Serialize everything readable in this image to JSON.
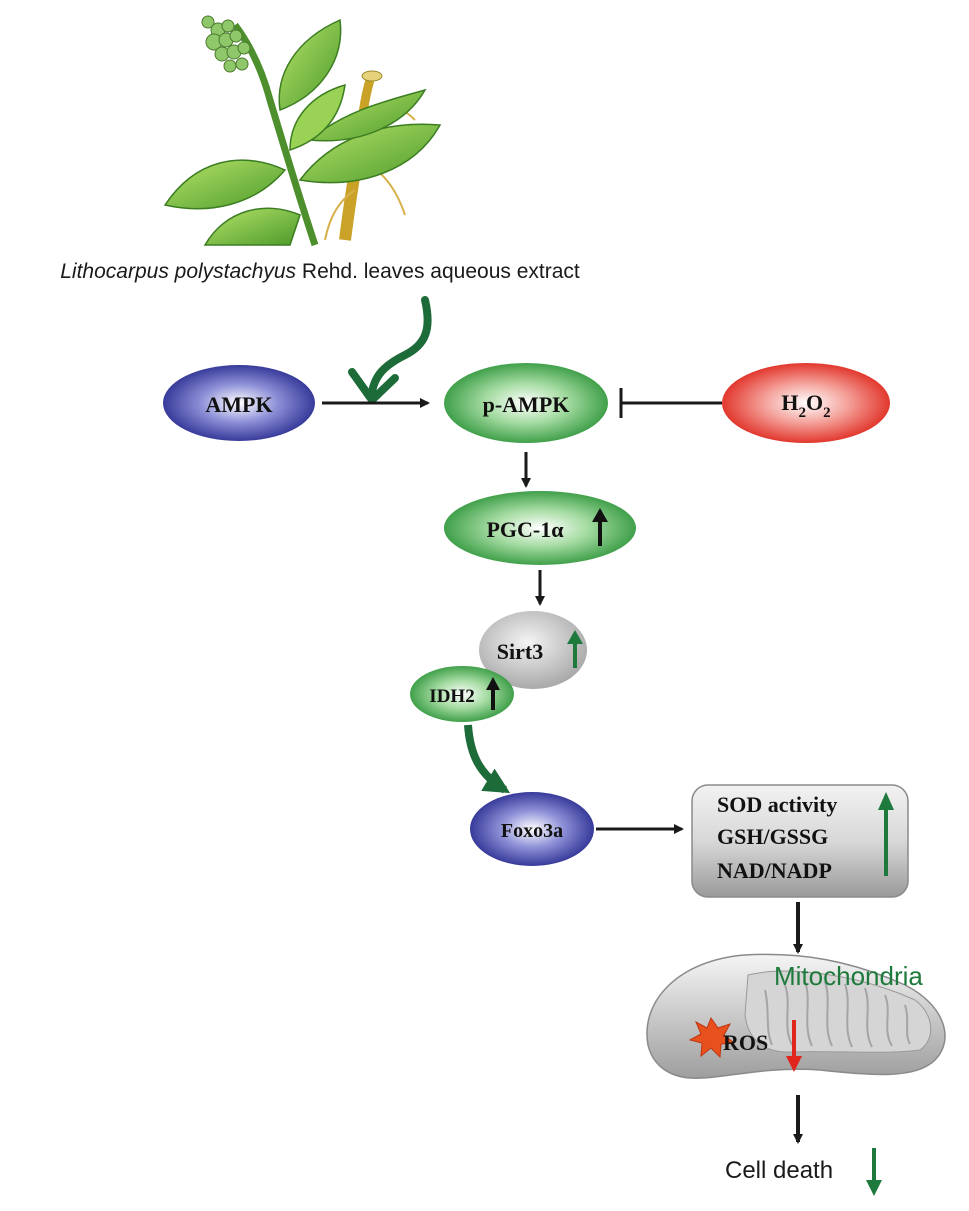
{
  "extract_label": {
    "species": "Lithocarpus polystachyus",
    "rest": " Rehd. leaves aqueous extract"
  },
  "nodes": {
    "ampk": "AMPK",
    "p_ampk": "p-AMPK",
    "h2o2": {
      "h": "H",
      "sub1": "2",
      "o": "O",
      "sub2": "2"
    },
    "pgc1a": "PGC-1α",
    "sirt3": "Sirt3",
    "idh2": "IDH2",
    "foxo3a": "Foxo3a"
  },
  "antioxidant_box": {
    "line1": "SOD activity",
    "line2": "GSH/GSSG",
    "line3": "NAD/NADP"
  },
  "mitochondria": {
    "label": "Mitochondria",
    "ros": "ROS"
  },
  "outcome": "Cell death",
  "colors": {
    "blue_node": "#2d2f9a",
    "green_node": "#2f9a3c",
    "red_node": "#e0261c",
    "gray_node": "#b9b9b9",
    "arrow_black": "#1a1a1a",
    "arrow_green": "#1e6b3a",
    "arrow_red": "#e0261c",
    "label_green": "#1e7a3c"
  }
}
